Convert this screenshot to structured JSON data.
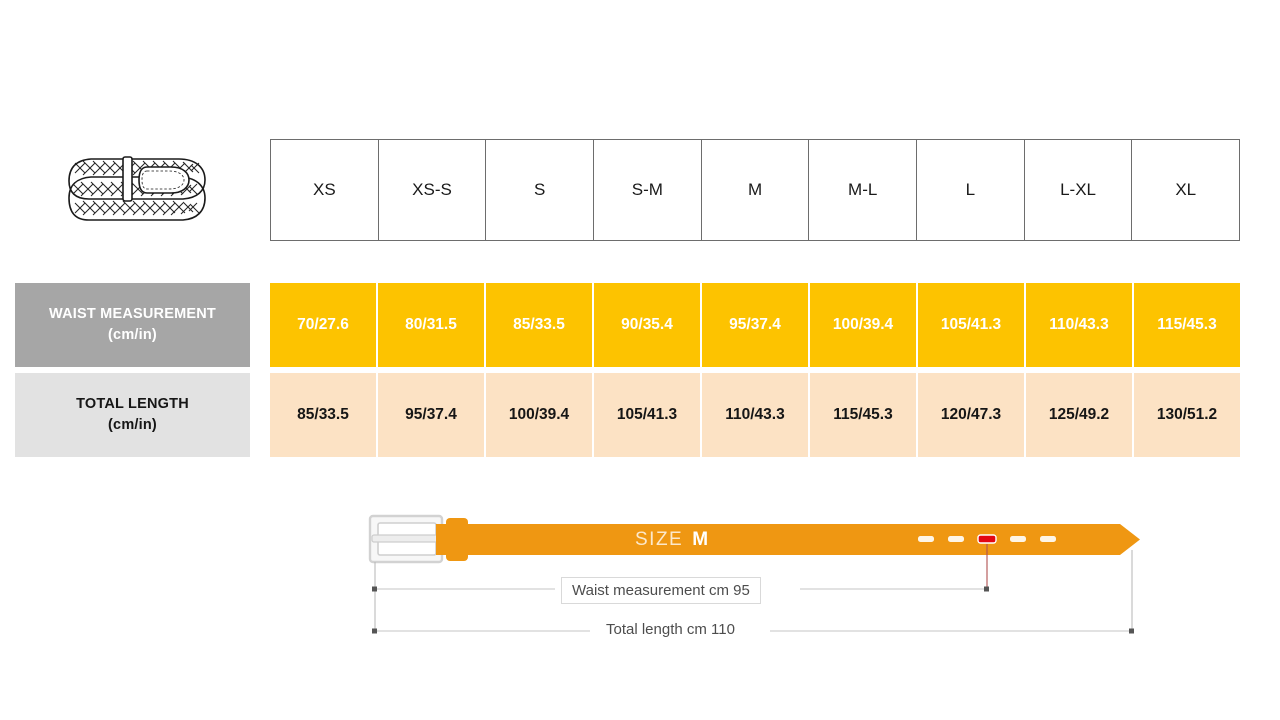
{
  "product": {
    "icon": "braided-belt-illustration"
  },
  "table": {
    "sizes": [
      "XS",
      "XS-S",
      "S",
      "S-M",
      "M",
      "M-L",
      "L",
      "L-XL",
      "XL"
    ],
    "rows": [
      {
        "label": "WAIST MEASUREMENT",
        "unit": "(cm/in)",
        "values": [
          "70/27.6",
          "80/31.5",
          "85/33.5",
          "90/35.4",
          "95/37.4",
          "100/39.4",
          "105/41.3",
          "110/43.3",
          "115/45.3"
        ]
      },
      {
        "label": "TOTAL LENGTH",
        "unit": "(cm/in)",
        "values": [
          "85/33.5",
          "95/37.4",
          "100/39.4",
          "105/41.3",
          "110/43.3",
          "115/45.3",
          "120/47.3",
          "125/49.2",
          "130/51.2"
        ]
      }
    ]
  },
  "diagram": {
    "size_prefix": "SIZE",
    "size_value": "M",
    "waist_dimension": "Waist measurement cm 95",
    "total_dimension": "Total length cm 110",
    "belt_color": "#ef9712",
    "buckle_color": "#e8e8e8",
    "active_hole_color": "#e30613",
    "hole_count": 5,
    "active_hole_index": 3
  },
  "colors": {
    "waist_row_bg": "#fdc300",
    "length_row_bg": "#fce2c4",
    "waist_label_bg": "#a6a6a6",
    "length_label_bg": "#e2e2e2",
    "table_border": "#6d6d6d"
  }
}
